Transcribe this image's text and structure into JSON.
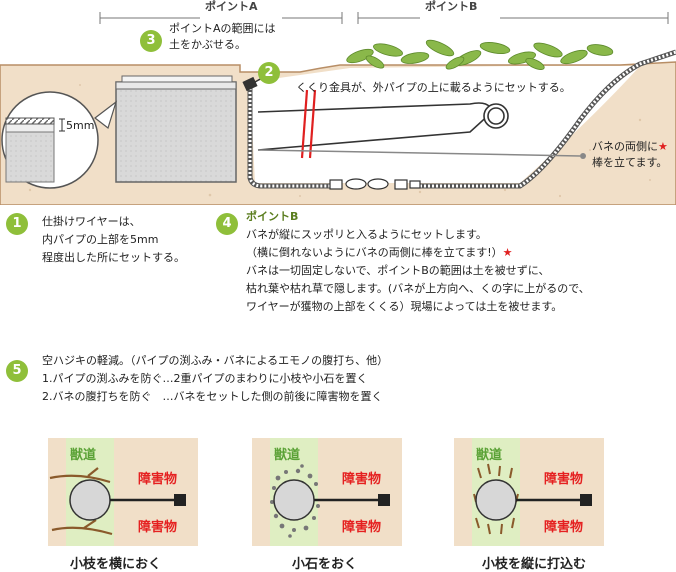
{
  "top": {
    "point_a": "ポイントA",
    "point_b": "ポイントB"
  },
  "note3": {
    "num": "3",
    "line1": "ポイントAの範囲には",
    "line2": "土をかぶせる。"
  },
  "note2": {
    "num": "2",
    "text": "くくり金具が、外パイプの上に載るようにセットする。"
  },
  "spring_note": {
    "line1": "バネの両側に",
    "line2": "棒を立てます。"
  },
  "zoom_label": "5mm",
  "step1": {
    "num": "1",
    "lines": [
      "仕掛けワイヤーは、",
      "内パイプの上部を5mm",
      "程度出した所にセットする。"
    ]
  },
  "step4": {
    "num": "4",
    "title": "ポイントB",
    "lines": [
      "バネが縦にスッポリと入るようにセットします。",
      "（横に倒れないようにバネの両側に棒を立てます!）",
      "バネは一切固定しないで、ポイントBの範囲は土を被せずに、",
      "枯れ葉や枯れ草で隠します。(バネが上方向へ、くの字に上がるので、",
      "ワイヤーが獲物の上部をくくる）現場によっては土を被せます。"
    ]
  },
  "step5": {
    "num": "5",
    "lines": [
      "空ハジキの軽減。（パイプの渕ふみ・バネによるエモノの腹打ち、他）",
      "1.パイプの渕ふみを防ぐ…2重パイプのまわりに小枝や小石を置く",
      "2.バネの腹打ちを防ぐ　…バネをセットした側の前後に障害物を置く"
    ]
  },
  "panels": [
    {
      "trail": "獣道",
      "obstacle_top": "障害物",
      "obstacle_bottom": "障害物",
      "caption": "小枝を横におく"
    },
    {
      "trail": "獣道",
      "obstacle_top": "障害物",
      "obstacle_bottom": "障害物",
      "caption": "小石をおく"
    },
    {
      "trail": "獣道",
      "obstacle_top": "障害物",
      "obstacle_bottom": "障害物",
      "caption": "小枝を縦に打込む"
    }
  ],
  "colors": {
    "soil": "#f1dfc8",
    "soil_dark": "#caa57f",
    "step_circle": "#8fbf3a",
    "accent_red": "#e52020",
    "trail_green": "#dfeec2"
  }
}
